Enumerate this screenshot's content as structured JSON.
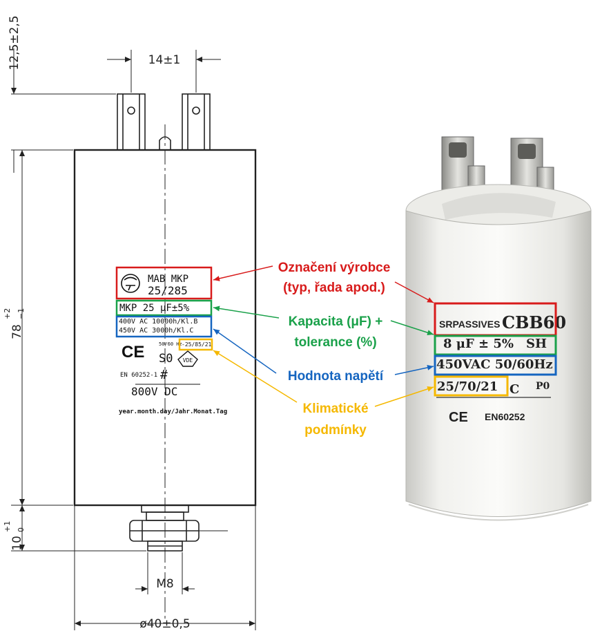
{
  "dims": {
    "lead_len": "12,5±2,5",
    "pin_spacing": "14±1",
    "body_height": "78",
    "body_height_tol_upper": "+2",
    "body_height_tol_lower": "−1",
    "stud_len": "10",
    "stud_len_tol_upper": "+1",
    "stud_len_tol_lower": "0",
    "thread": "M8",
    "diameter": "ø40±0,5"
  },
  "drawing_label": {
    "manufacturer": "MAB MKP",
    "series": "25/285",
    "capacitance": "MKP 25 μF±5%",
    "voltage1": "400V AC 10000h/Kl.B",
    "voltage2": "450V AC 3000h/Kl.C",
    "freq": "50/60 Hz",
    "climate": "-25/85/21",
    "s0": "S0",
    "standard": "EN 60252-1",
    "dc": "800V DC",
    "date": "year.month.day/Jahr.Monat.Tag",
    "ce": "CE",
    "vde": "VDE"
  },
  "photo_label": {
    "brand": "SRPASSIVES",
    "model": "CBB60",
    "capacitance": "8 μF ± 5%",
    "sh": "SH",
    "voltage": "450VAC 50/60Hz",
    "climate": "25/70/21",
    "class": "C",
    "p0": "P0",
    "ce": "CE",
    "standard": "EN60252"
  },
  "callouts": {
    "manufacturer_line1": "Označení výrobce",
    "manufacturer_line2": "(typ, řada apod.)",
    "capacitance_line1": "Kapacita (μF) +",
    "capacitance_line2": "tolerance (%)",
    "voltage": "Hodnota napětí",
    "climate_line1": "Klimatické",
    "climate_line2": "podmínky"
  },
  "colors": {
    "red": "#d81b1b",
    "green": "#1aa14a",
    "blue": "#1565c0",
    "yellow": "#f5b800"
  }
}
